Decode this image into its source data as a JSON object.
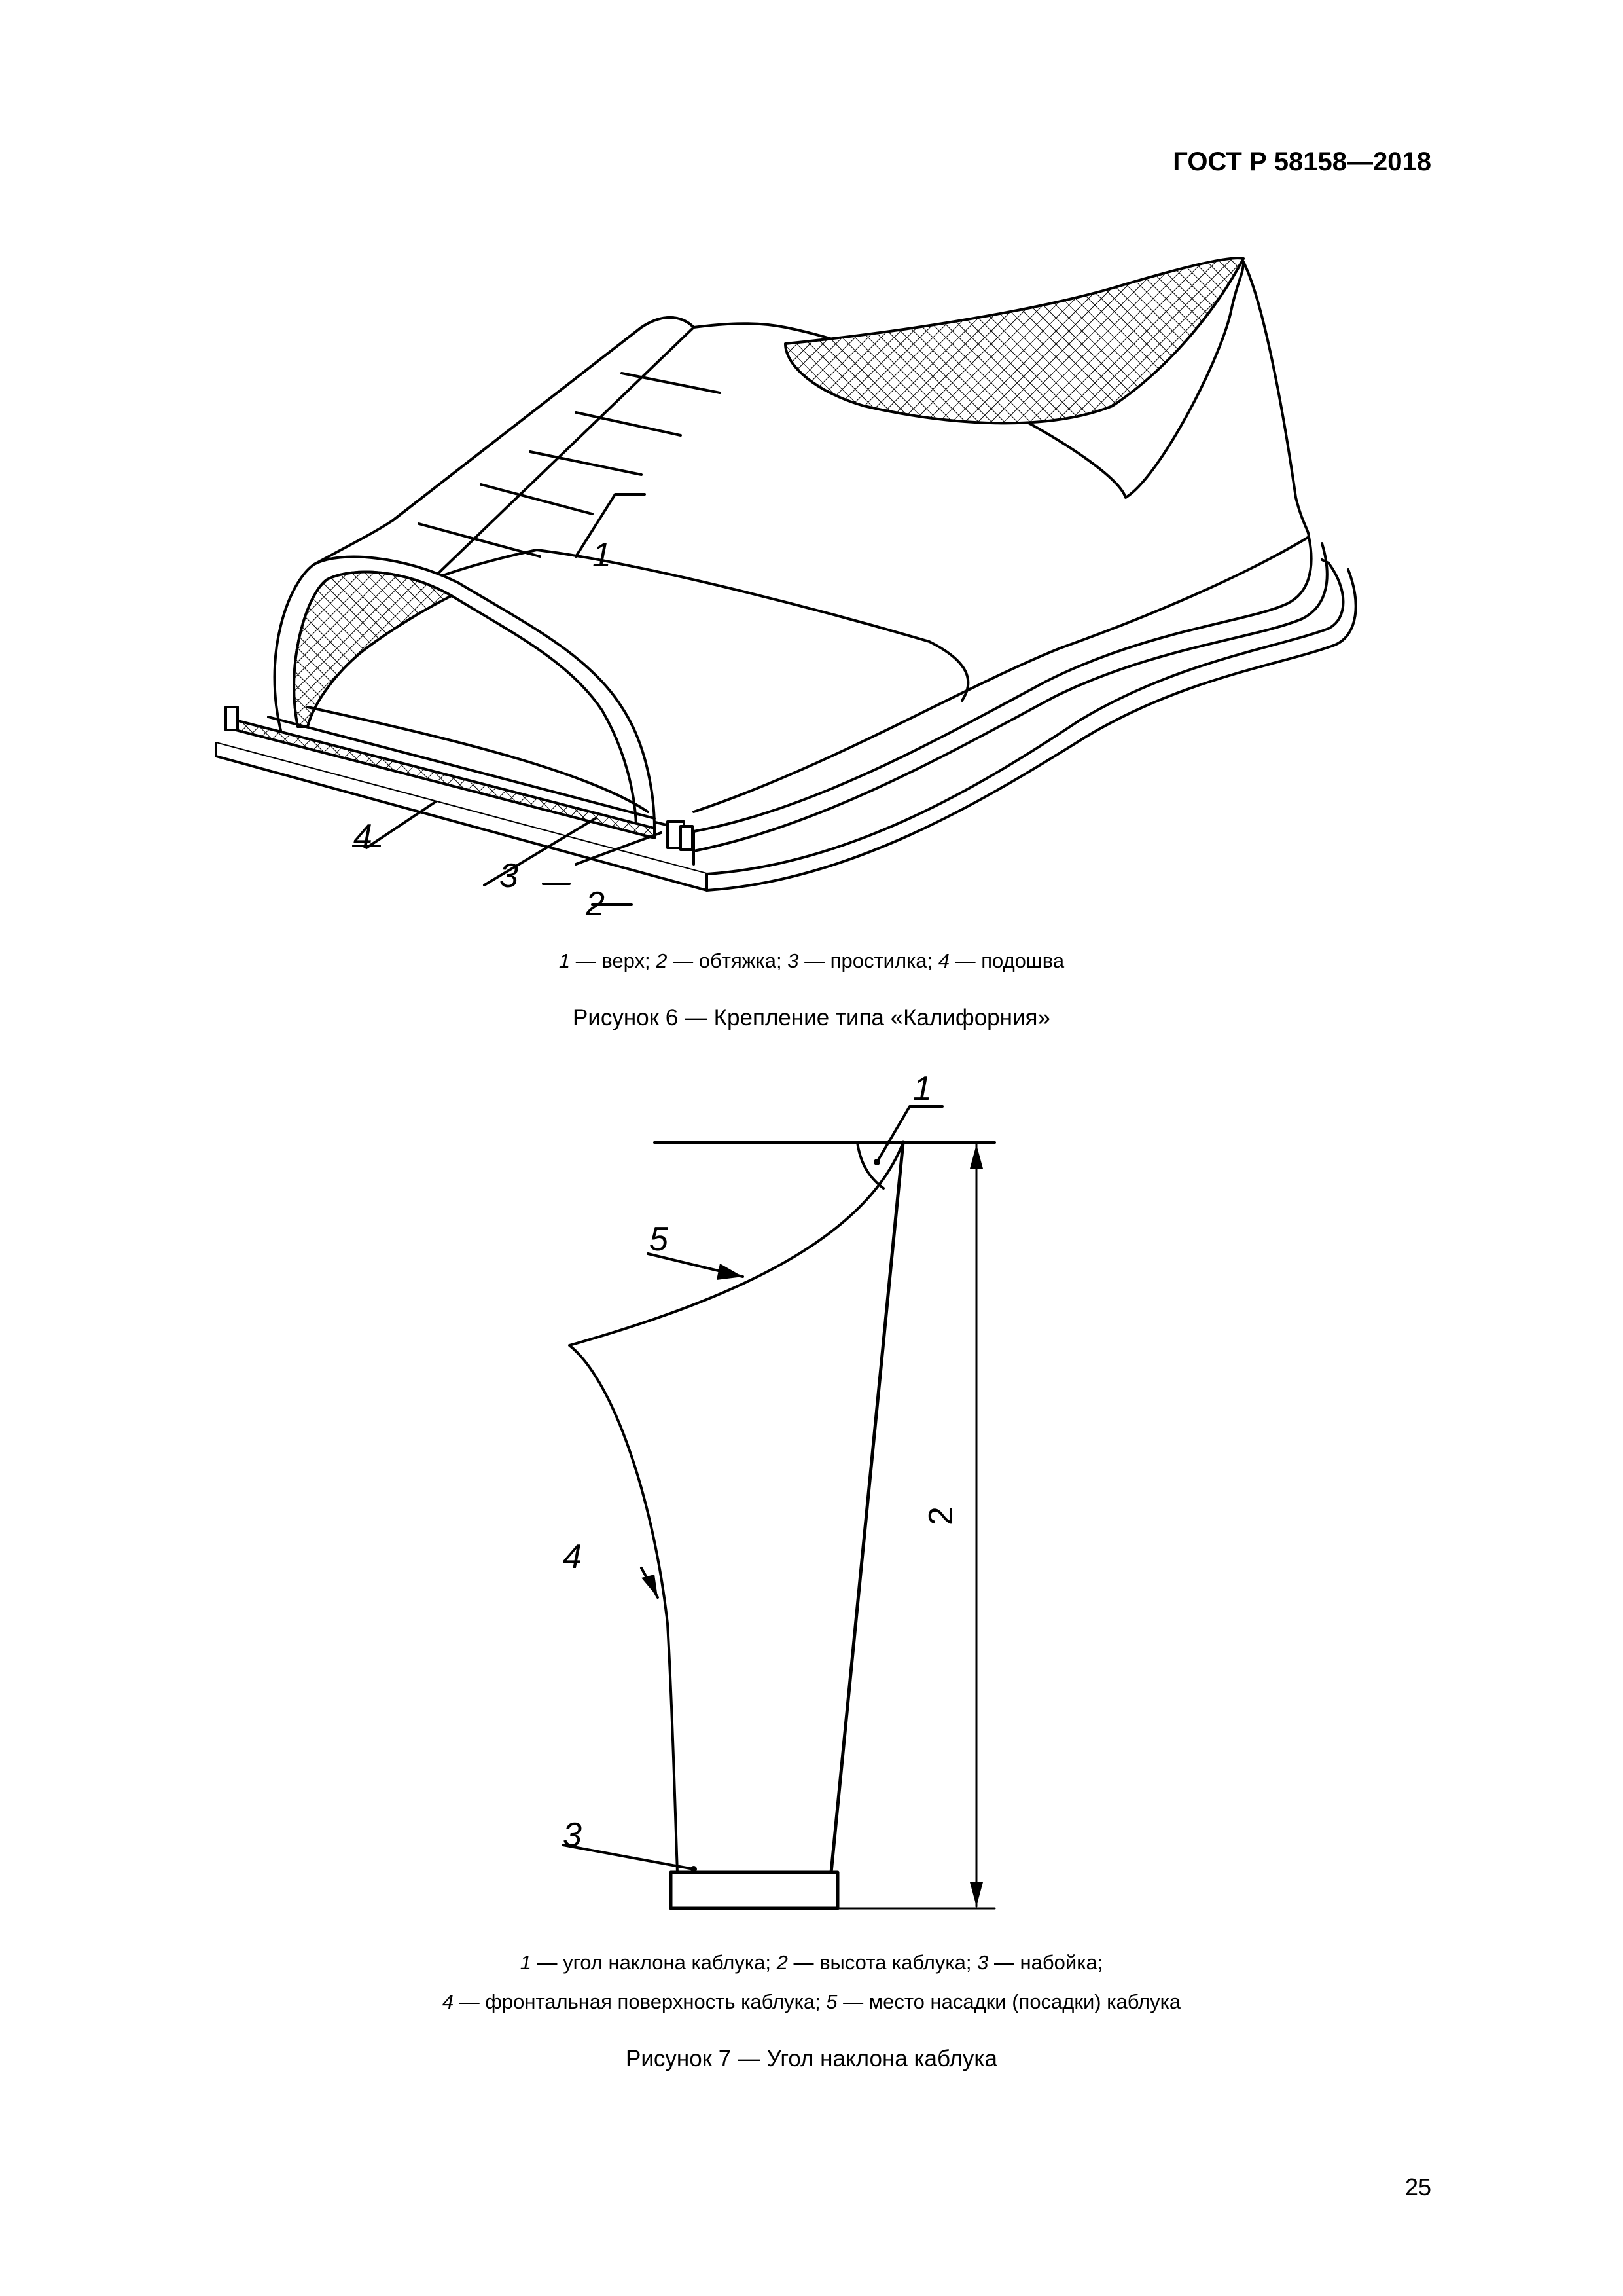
{
  "header": {
    "standard": "ГОСТ Р 58158—2018"
  },
  "figure6": {
    "callouts": [
      "1",
      "2",
      "3",
      "4"
    ],
    "legend": [
      {
        "num": "1",
        "text": " — верх; "
      },
      {
        "num": "2",
        "text": " — обтяжка; "
      },
      {
        "num": "3",
        "text": " — простилка; "
      },
      {
        "num": "4",
        "text": " — подошва"
      }
    ],
    "caption": "Рисунок 6 — Крепление типа «Калифорния»"
  },
  "figure7": {
    "callouts": [
      "1",
      "2",
      "3",
      "4",
      "5"
    ],
    "legend_line1": [
      {
        "num": "1",
        "text": " — угол наклона каблука; "
      },
      {
        "num": "2",
        "text": " — высота каблука; "
      },
      {
        "num": "3",
        "text": " — набойка;"
      }
    ],
    "legend_line2": [
      {
        "num": "4",
        "text": " — фронтальная поверхность каблука; "
      },
      {
        "num": "5",
        "text": " — место насадки (посадки) каблука"
      }
    ],
    "caption": "Рисунок 7 — Угол наклона каблука"
  },
  "footer": {
    "page_number": "25"
  }
}
